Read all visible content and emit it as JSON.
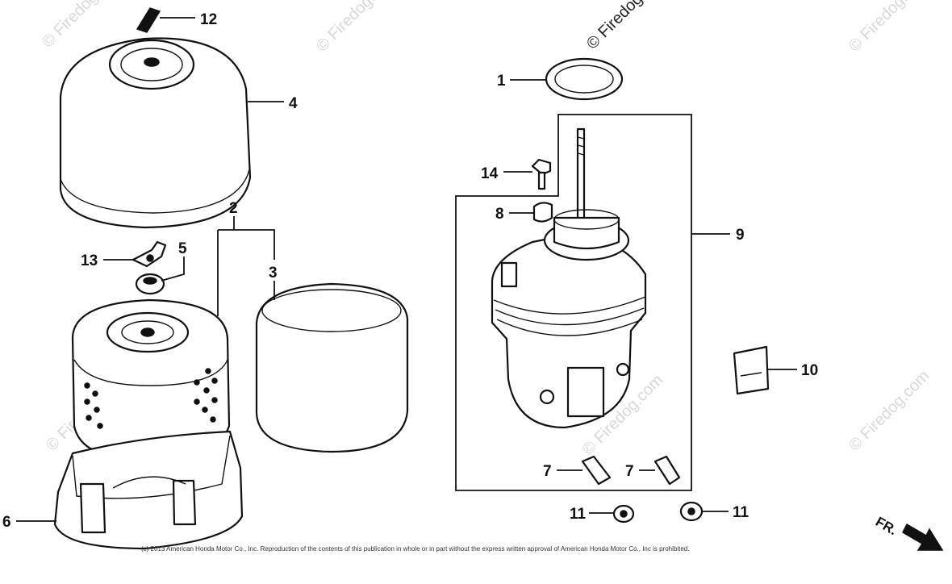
{
  "diagram": {
    "callouts": {
      "c1": "1",
      "c2": "2",
      "c3": "3",
      "c4": "4",
      "c5": "5",
      "c6": "6",
      "c7a": "7",
      "c7b": "7",
      "c8": "8",
      "c9": "9",
      "c10": "10",
      "c11a": "11",
      "c11b": "11",
      "c12": "12",
      "c13": "13",
      "c14": "14"
    },
    "watermark": "© Firedog.com",
    "watermark_top": "© Firedog",
    "copyright": "(c) 2013 American Honda Motor Co., Inc. Reproduction of the contents of this publication in whole or in part without the express written approval of American Honda Motor Co., Inc is prohibited.",
    "direction_label": "FR."
  }
}
